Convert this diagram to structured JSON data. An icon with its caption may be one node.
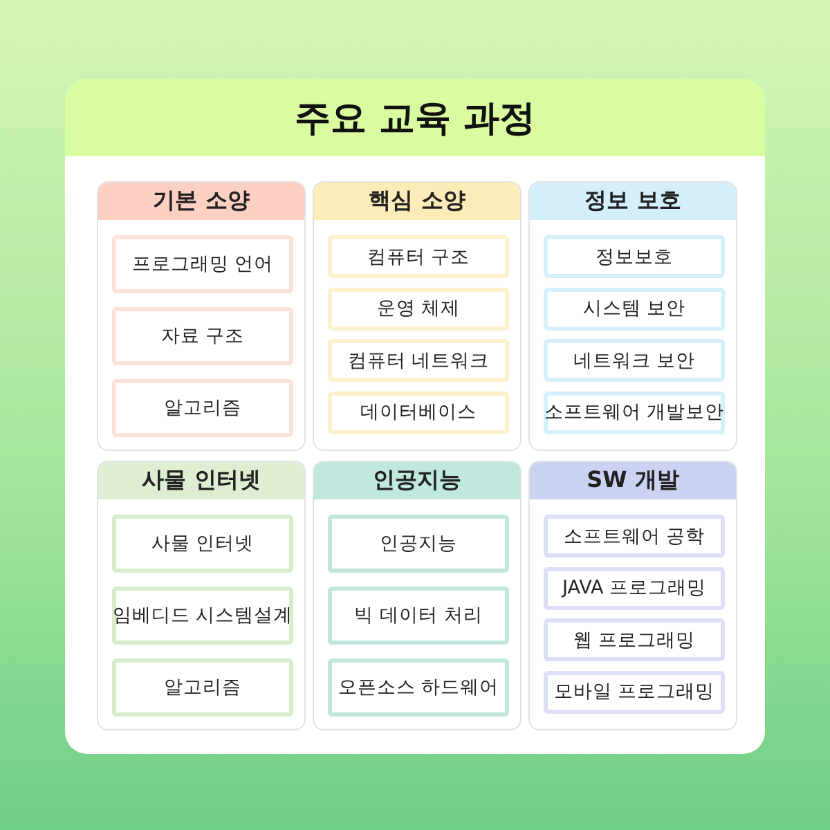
{
  "diagram": {
    "nodes": [
      {
        "text": [
          "주요 교육 과정"
        ]
      },
      {
        "text": [
          "기본 소양"
        ],
        "in": 0
      },
      {
        "text": [
          "프로그래밍 언어"
        ],
        "in": 1
      },
      {
        "text": [
          "자료 구조"
        ],
        "in": 1
      },
      {
        "text": [
          "알고리즘"
        ],
        "in": 1
      },
      {
        "text": [
          "핵심 소양"
        ],
        "in": 0
      },
      {
        "text": [
          "컴퓨터 구조"
        ],
        "in": 5
      },
      {
        "text": [
          "운영 체제"
        ],
        "in": 5
      },
      {
        "text": [
          "컴퓨터 네트워크"
        ],
        "in": 5
      },
      {
        "text": [
          "데이터베이스"
        ],
        "in": 5
      },
      {
        "text": [
          "정보 보호"
        ],
        "in": 0
      },
      {
        "text": [
          "정보보호"
        ],
        "in": 10
      },
      {
        "text": [
          "시스템 보안"
        ],
        "in": 10
      },
      {
        "text": [
          "네트워크 보안"
        ],
        "in": 10
      },
      {
        "text": [
          "소프트웨어 개발보안"
        ],
        "in": 10
      },
      {
        "text": [
          "사물 인터넷"
        ],
        "in": 0
      },
      {
        "text": [
          "사물 인터넷"
        ],
        "in": 15
      },
      {
        "text": [
          "임베디드 시스템설계"
        ],
        "in": 15
      },
      {
        "text": [
          "알고리즘"
        ],
        "in": 15
      },
      {
        "text": [
          "인공지능"
        ],
        "in": 0
      },
      {
        "text": [
          "인공지능"
        ],
        "in": 19
      },
      {
        "text": [
          "빅 데이터 처리"
        ],
        "in": 19
      },
      {
        "text": [
          "오픈소스 하드웨어"
        ],
        "in": 19
      },
      {
        "text": [
          "SW 개발"
        ],
        "in": 0
      },
      {
        "text": [
          "소프트웨어 공학"
        ],
        "in": 23
      },
      {
        "text": [
          "JAVA 프로그래밍"
        ],
        "in": 23
      },
      {
        "text": [
          "웹 프로그래밍"
        ],
        "in": 23
      },
      {
        "text": [
          "모바일 프로그래밍"
        ],
        "in": 23
      }
    ]
  }
}
